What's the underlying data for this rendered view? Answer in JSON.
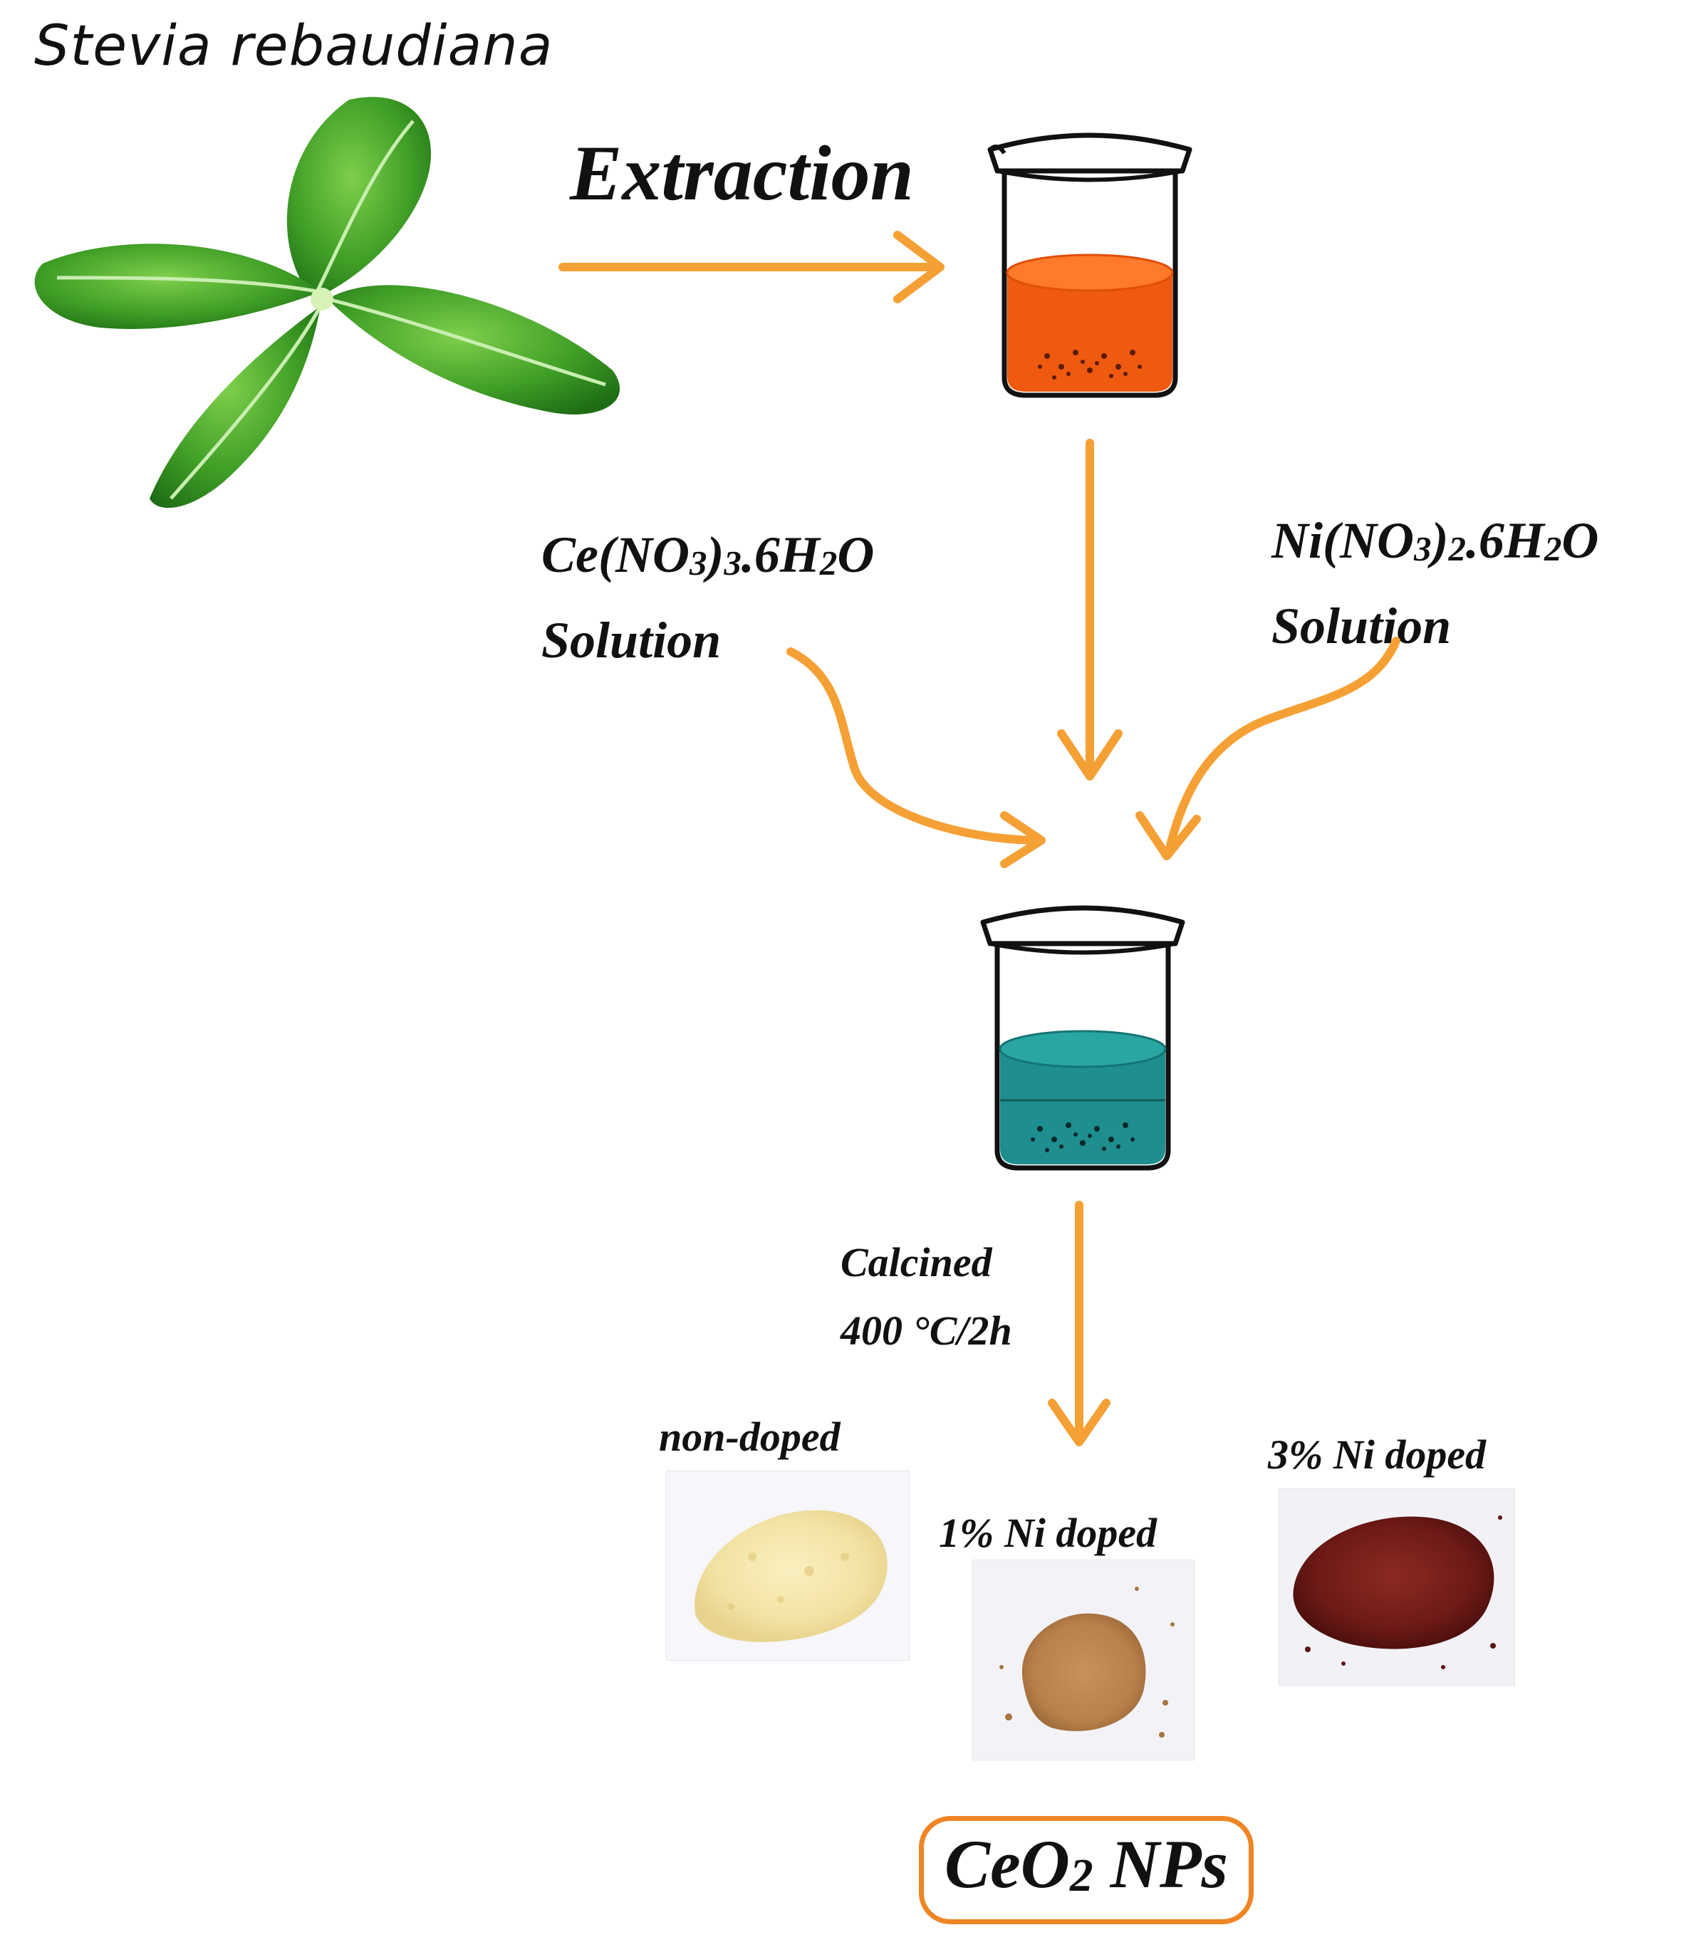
{
  "plant": {
    "label": "Stevia rebaudiana"
  },
  "steps": {
    "extraction": "Extraction",
    "calcination": {
      "line1": "Calcined",
      "line2": "400 °C/2h"
    }
  },
  "reagents": {
    "cerium": {
      "formula_a": "Ce(NO",
      "formula_sub1": "3",
      "formula_b": ")",
      "formula_sub2": "3",
      "formula_c": ".6H",
      "formula_sub3": "2",
      "formula_d": "O",
      "line2": "Solution"
    },
    "nickel": {
      "formula_a": "Ni(NO",
      "formula_sub1": "3",
      "formula_b": ")",
      "formula_sub2": "2",
      "formula_c": ".6H",
      "formula_sub3": "2",
      "formula_d": "O",
      "line2": "Solution"
    }
  },
  "samples": [
    {
      "label": "non-doped",
      "color": "#f2e2a4"
    },
    {
      "label": "1% Ni doped",
      "color": "#b8804a"
    },
    {
      "label": "3% Ni doped",
      "color": "#6e1a16"
    }
  ],
  "product": {
    "main": "CeO",
    "sub": "2",
    "tail": " NPs"
  },
  "colors": {
    "arrow": "#f5a035",
    "extract": "#f05a10",
    "mixture": "#1e8e8e",
    "leaf": "#3f9e26",
    "box_outline": "#ef8524"
  }
}
